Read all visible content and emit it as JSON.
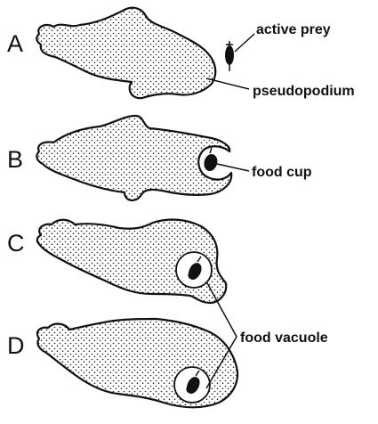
{
  "stages": [
    {
      "letter": "A"
    },
    {
      "letter": "B"
    },
    {
      "letter": "C"
    },
    {
      "letter": "D"
    }
  ],
  "labels": {
    "active_prey": "active prey",
    "pseudopodium": "pseudopodium",
    "food_cup": "food cup",
    "food_vacuole": "food vacuole"
  },
  "colors": {
    "ink": "#111111",
    "background": "#ffffff"
  }
}
